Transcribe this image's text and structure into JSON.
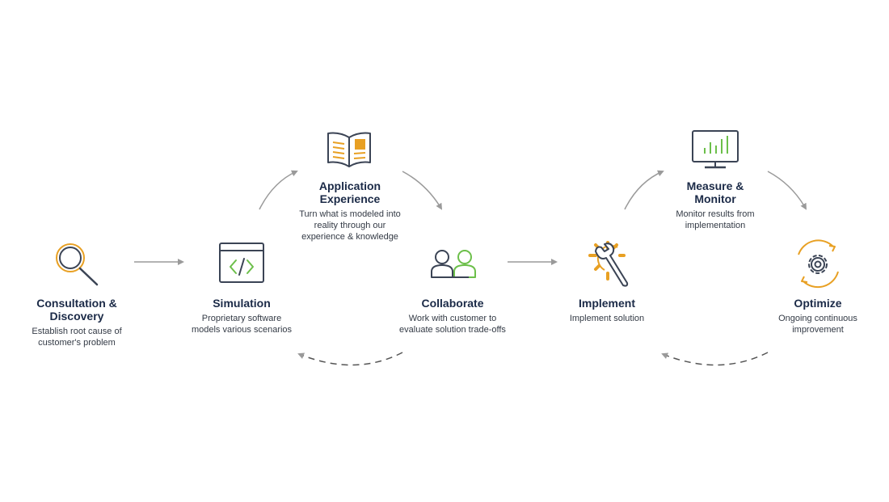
{
  "colors": {
    "title": "#1b2a47",
    "text": "#333a45",
    "icon_dark": "#3b4455",
    "accent_orange": "#e8a023",
    "accent_green": "#6cbf4a",
    "arrow": "#9a9a9a"
  },
  "steps": [
    {
      "id": "consultation",
      "icon": "magnifier-icon",
      "title_lines": [
        "Consultation &",
        "Discovery"
      ],
      "desc_lines": [
        "Establish root cause of",
        "customer's problem"
      ]
    },
    {
      "id": "simulation",
      "icon": "code-window-icon",
      "title_lines": [
        "Simulation"
      ],
      "desc_lines": [
        "Proprietary software",
        "models various scenarios"
      ]
    },
    {
      "id": "application",
      "icon": "open-book-icon",
      "title_lines": [
        "Application",
        "Experience"
      ],
      "desc_lines": [
        "Turn what is modeled into",
        "reality through our",
        "experience & knowledge"
      ]
    },
    {
      "id": "collaborate",
      "icon": "two-people-icon",
      "title_lines": [
        "Collaborate"
      ],
      "desc_lines": [
        "Work with customer to",
        "evaluate solution trade-offs"
      ]
    },
    {
      "id": "implement",
      "icon": "wrench-gear-icon",
      "title_lines": [
        "Implement"
      ],
      "desc_lines": [
        "Implement solution"
      ]
    },
    {
      "id": "measure",
      "icon": "monitor-chart-icon",
      "title_lines": [
        "Measure &",
        "Monitor"
      ],
      "desc_lines": [
        "Monitor results from",
        "implementation"
      ]
    },
    {
      "id": "optimize",
      "icon": "gear-cycle-icon",
      "title_lines": [
        "Optimize"
      ],
      "desc_lines": [
        "Ongoing continuous",
        "improvement"
      ]
    }
  ]
}
